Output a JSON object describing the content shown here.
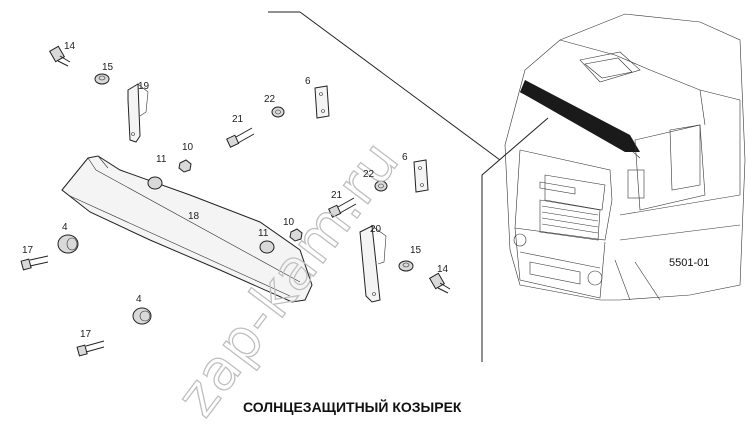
{
  "diagram": {
    "caption": "СОЛНЦЕЗАЩИТНЫЙ КОЗЫРЕК",
    "figure_code": "5501-01",
    "watermark": "zap-kam.ru",
    "callouts": {
      "c14a": "14",
      "c15a": "15",
      "c19": "19",
      "c6a": "6",
      "c22a": "22",
      "c21a": "21",
      "c11a": "11",
      "c10a": "10",
      "c18": "18",
      "c4a": "4",
      "c17a": "17",
      "c4b": "4",
      "c17b": "17",
      "c11b": "11",
      "c10b": "10",
      "c21b": "21",
      "c22b": "22",
      "c6b": "6",
      "c20": "20",
      "c15b": "15",
      "c14b": "14"
    }
  }
}
